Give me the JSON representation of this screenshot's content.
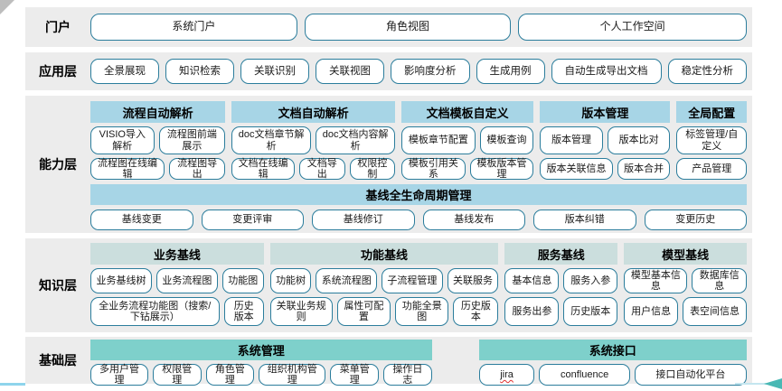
{
  "colors": {
    "band_background": "#ececec",
    "capability_header": "#a7d5e6",
    "knowledge_header": "#cbdedd",
    "foundation_header": "#7ed0cb",
    "button_border": "#2b7d9c",
    "arrow_teal": "#49b8b4",
    "misspell_underline": "#e03131"
  },
  "portal": {
    "label": "门户",
    "buttons": [
      "系统门户",
      "角色视图",
      "个人工作空间"
    ]
  },
  "application": {
    "label": "应用层",
    "buttons": [
      "全景展现",
      "知识检索",
      "关联识别",
      "关联视图",
      "影响度分析",
      "生成用例",
      "自动生成导出文档",
      "稳定性分析"
    ]
  },
  "capability": {
    "label": "能力层",
    "groups": [
      {
        "title": "流程自动解析",
        "rows": [
          [
            "VISIO导入解析",
            "流程图前端展示"
          ],
          [
            "流程图在线编辑",
            "流程图导出"
          ]
        ]
      },
      {
        "title": "文档自动解析",
        "rows": [
          [
            "doc文档章节解析",
            "doc文档内容解析"
          ],
          [
            "文档在线编辑",
            "文档导出",
            "权限控制"
          ]
        ]
      },
      {
        "title": "文档模板自定义",
        "rows": [
          [
            "模板章节配置",
            "模板查询"
          ],
          [
            "模板引用关系",
            "模板版本管理"
          ]
        ]
      },
      {
        "title": "版本管理",
        "rows": [
          [
            "版本管理",
            "版本比对"
          ],
          [
            "版本关联信息",
            "版本合并"
          ]
        ]
      },
      {
        "title": "全局配置",
        "rows": [
          [
            "标签管理/自定义"
          ],
          [
            "产品管理"
          ]
        ]
      }
    ],
    "baseline": {
      "title": "基线全生命周期管理",
      "buttons": [
        "基线变更",
        "变更评审",
        "基线修订",
        "基线发布",
        "版本纠错",
        "变更历史"
      ]
    }
  },
  "knowledge": {
    "label": "知识层",
    "groups": [
      {
        "title": "业务基线",
        "rows": [
          [
            "业务基线树",
            "业务流程图",
            "功能图"
          ],
          [
            "全业务流程功能图（搜索/下钻展示）",
            "历史版本"
          ]
        ]
      },
      {
        "title": "功能基线",
        "rows": [
          [
            "功能树",
            "系统流程图",
            "子流程管理",
            "关联服务"
          ],
          [
            "关联业务规则",
            "属性可配置",
            "功能全景图",
            "历史版本"
          ]
        ]
      },
      {
        "title": "服务基线",
        "rows": [
          [
            "基本信息",
            "服务入参"
          ],
          [
            "服务出参",
            "历史版本"
          ]
        ]
      },
      {
        "title": "模型基线",
        "rows": [
          [
            "模型基本信息",
            "数据库信息"
          ],
          [
            "用户信息",
            "表空间信息"
          ]
        ]
      }
    ]
  },
  "foundation": {
    "label": "基础层",
    "groups": [
      {
        "title": "系统管理",
        "rows": [
          [
            "多用户管理",
            "权限管理",
            "角色管理",
            "组织机构管理",
            "菜单管理",
            "操作日志"
          ]
        ]
      },
      {
        "title": "系统接口",
        "rows": [
          [
            {
              "label": "jira",
              "class": "spellcheck"
            },
            "confluence",
            "接口自动化平台"
          ]
        ]
      }
    ]
  }
}
